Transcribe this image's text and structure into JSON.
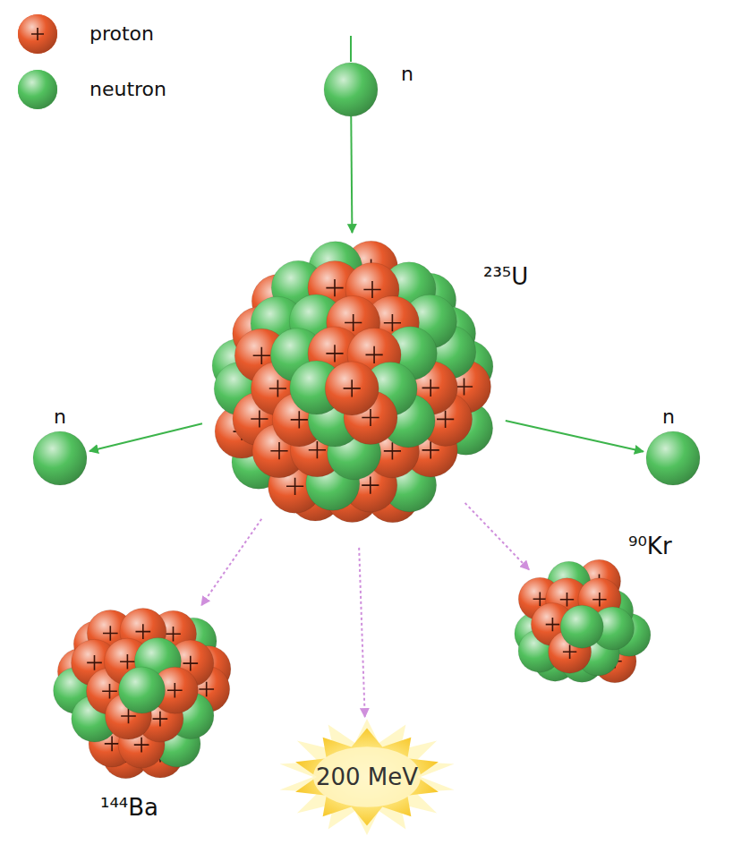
{
  "diagram": {
    "nodes": [
      {
        "text": [
          "n"
        ]
      },
      {
        "text": [
          "²³⁵U"
        ]
      },
      {
        "text": [
          "n"
        ]
      },
      {
        "text": [
          "n"
        ]
      },
      {
        "text": [
          "⁹⁰Kr"
        ]
      },
      {
        "text": [
          "¹⁴⁴Ba"
        ]
      },
      {
        "text": [
          "200 MeV"
        ]
      }
    ],
    "edges": [
      {
        "from": 0,
        "to": 1,
        "arrow": "to"
      },
      {
        "from": 1,
        "to": 2,
        "arrow": "to"
      },
      {
        "from": 1,
        "to": 3,
        "arrow": "to"
      },
      {
        "from": 1,
        "to": 4,
        "arrow": "to"
      },
      {
        "from": 1,
        "to": 5,
        "arrow": "to"
      },
      {
        "from": 1,
        "to": 6,
        "arrow": "to"
      }
    ],
    "legend": [
      {
        "text": "proton",
        "color": "#e85a2c"
      },
      {
        "text": "neutron",
        "color": "#52c15e"
      }
    ]
  }
}
